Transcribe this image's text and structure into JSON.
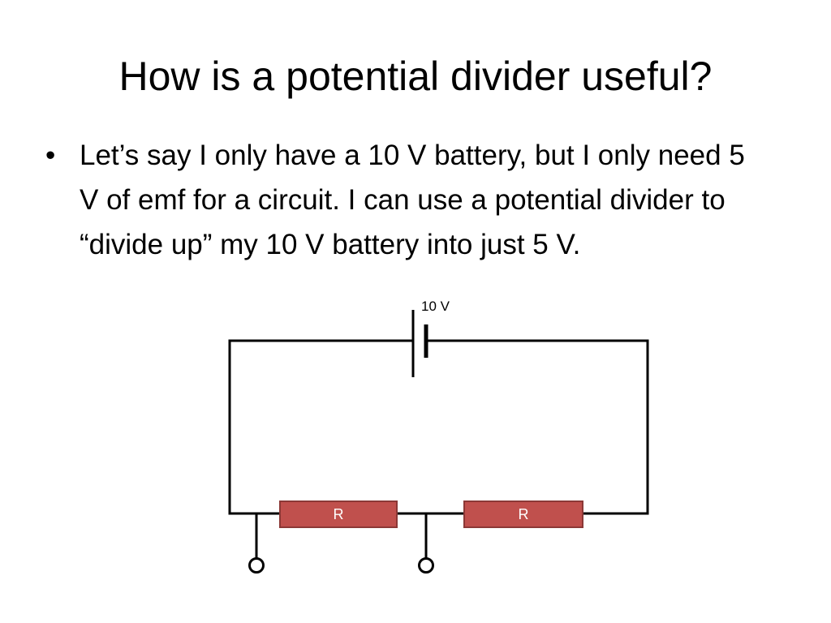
{
  "slide": {
    "title": "How is a potential divider useful?",
    "bullets": [
      {
        "text": "Let’s say I only have a 10 V battery, but I only need 5 V of emf for a circuit. I can use a potential divider to “divide up” my 10 V battery into just 5 V."
      }
    ],
    "bullet_symbol": "•"
  },
  "diagram": {
    "battery_label": "10 V",
    "resistors": [
      {
        "label": "R"
      },
      {
        "label": "R"
      }
    ],
    "colors": {
      "wire": "#000000",
      "resistor_fill": "#c0504d",
      "resistor_stroke": "#8c3836",
      "resistor_text": "#ffffff"
    }
  }
}
